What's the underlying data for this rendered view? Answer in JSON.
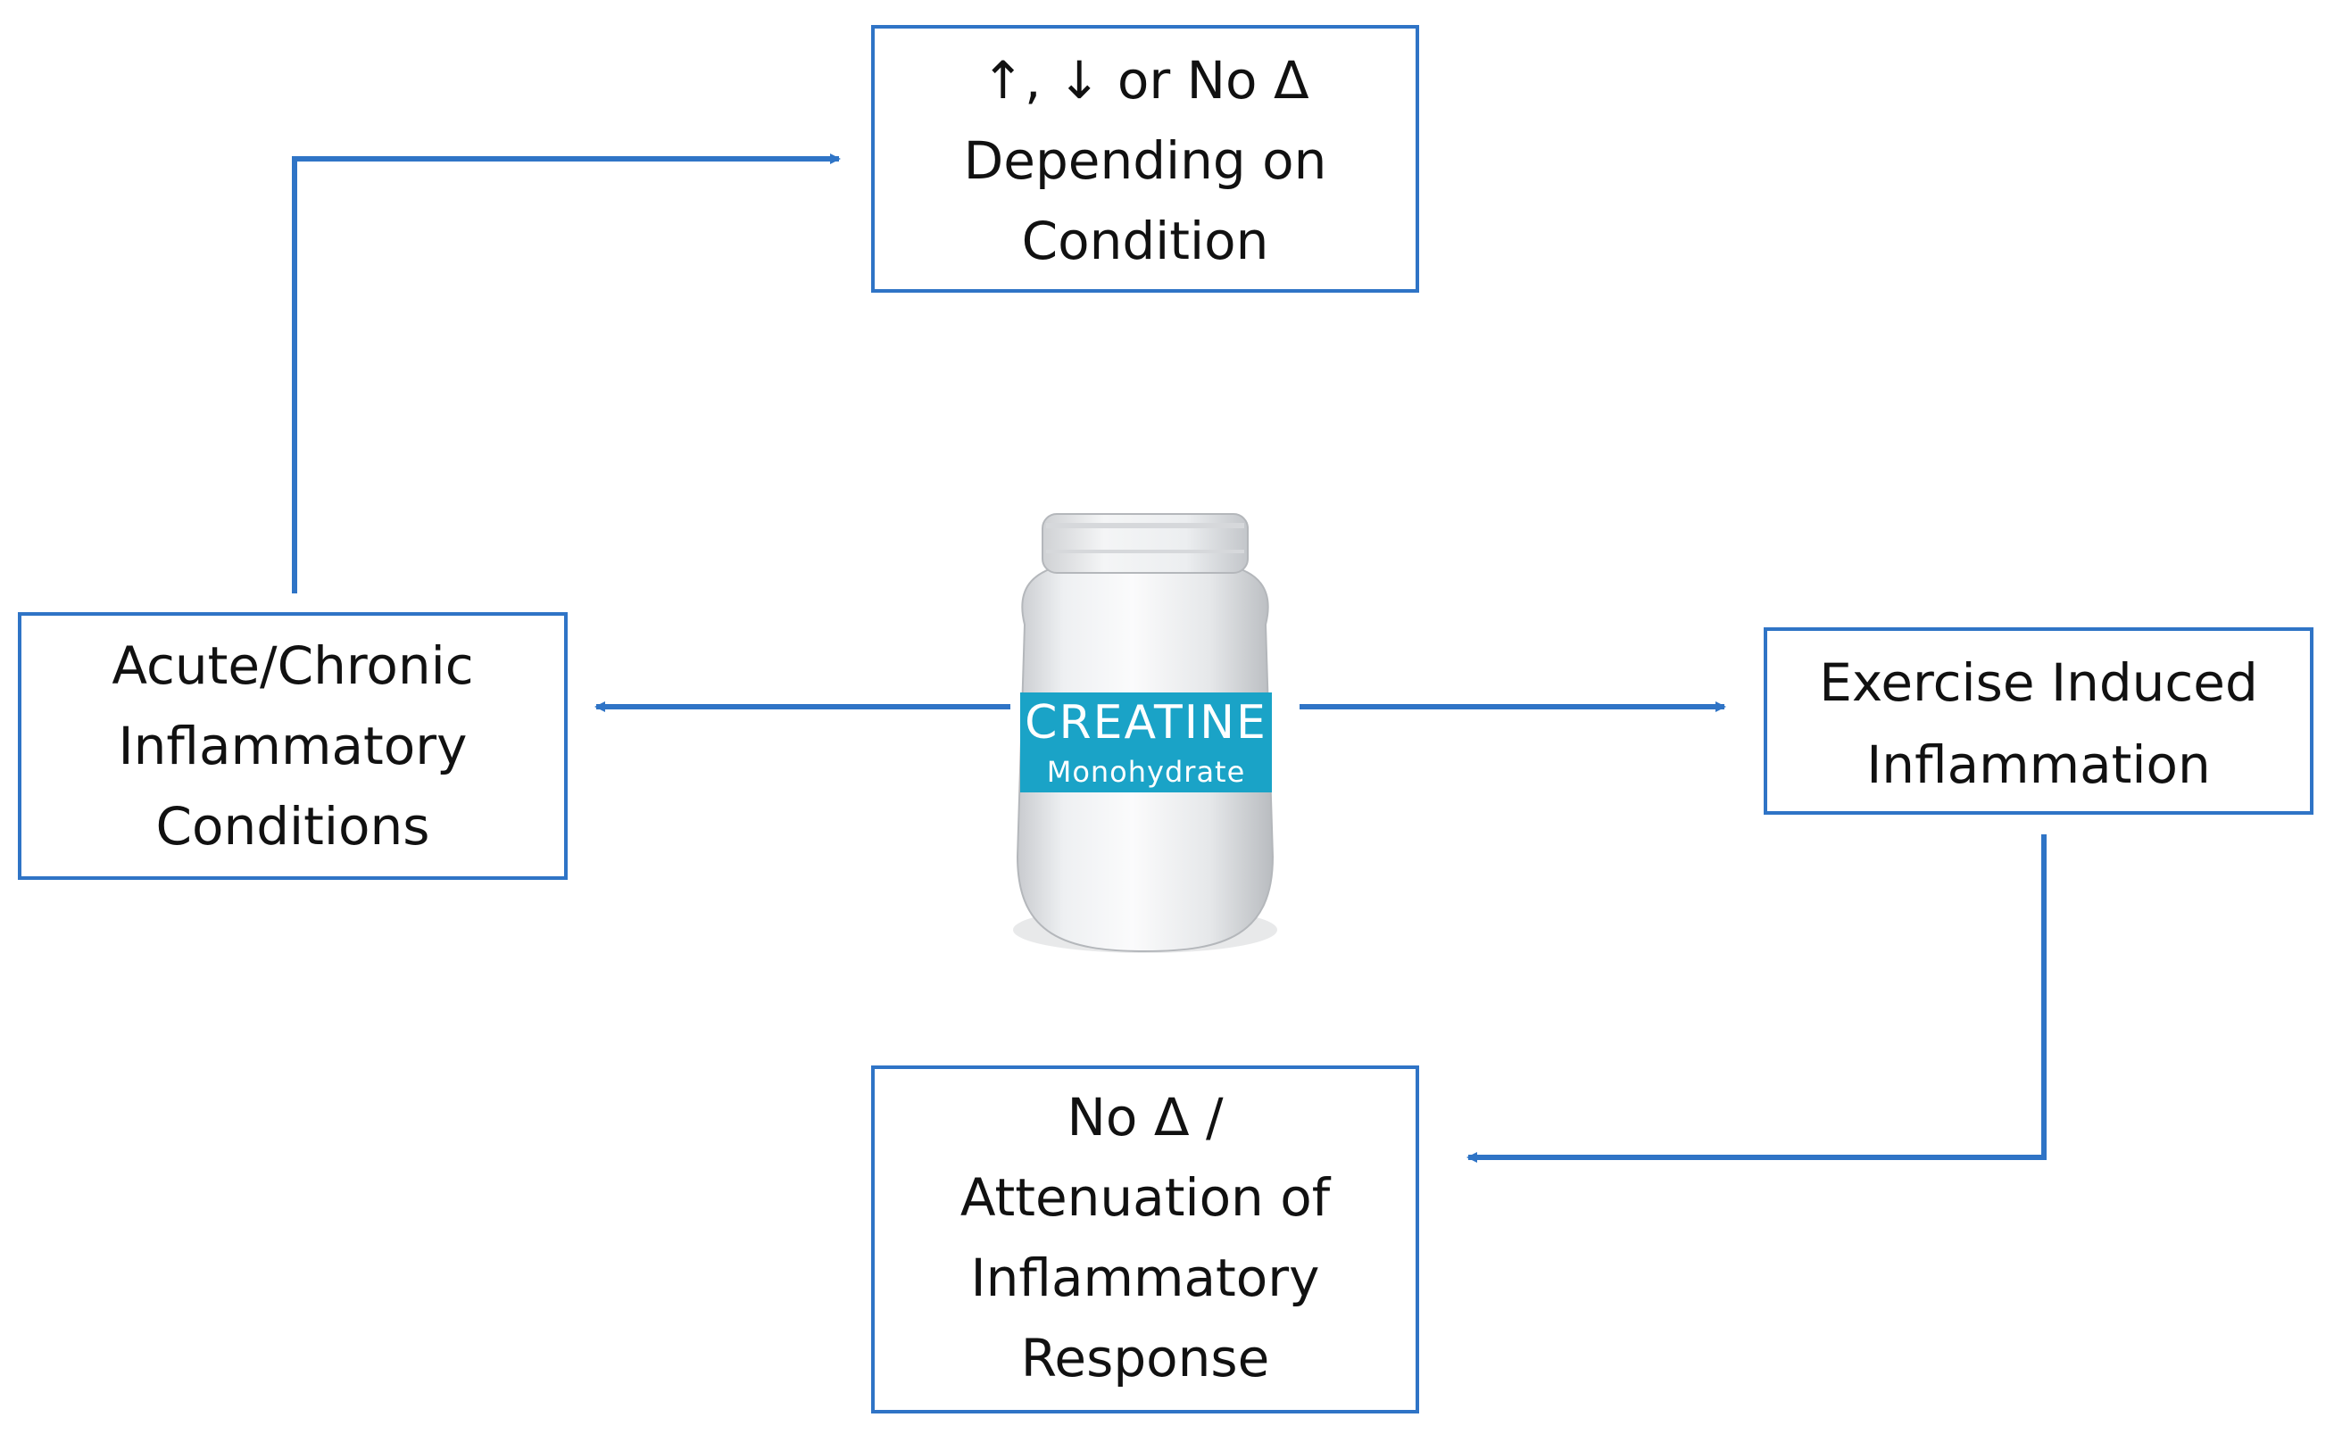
{
  "colors": {
    "box_border": "#2f74c6",
    "arrow": "#2f74c6",
    "label_band": "#1aa3c7",
    "text": "#111111"
  },
  "boxes": {
    "top": {
      "line1": "↑, ↓ or No Δ",
      "line2": "Depending on",
      "line3": "Condition"
    },
    "left": {
      "line1": "Acute/Chronic",
      "line2": "Inflammatory",
      "line3": "Conditions"
    },
    "right": {
      "line1": "Exercise Induced",
      "line2": "Inflammation"
    },
    "bottom": {
      "line1": "No Δ /",
      "line2": "Attenuation of",
      "line3": "Inflammatory",
      "line4": "Response"
    }
  },
  "jar": {
    "label_main": "CREATINE",
    "label_sub": "Monohydrate"
  }
}
